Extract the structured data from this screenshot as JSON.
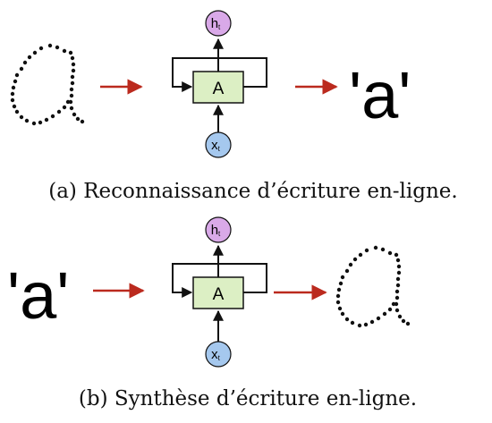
{
  "panels": [
    {
      "id": "a",
      "caption": "(a) Reconnaissance d’écriture en-ligne.",
      "cell_label": "A",
      "input_label": "x",
      "input_sub": "t",
      "output_label": "h",
      "output_sub": "t",
      "char_label": "'a'",
      "char_side": "output"
    },
    {
      "id": "b",
      "caption": "(b) Synthèse d’écriture en-ligne.",
      "cell_label": "A",
      "input_label": "x",
      "input_sub": "t",
      "output_label": "h",
      "output_sub": "t",
      "char_label": "'a'",
      "char_side": "input"
    }
  ],
  "colors": {
    "cell_fill": "#dcefc4",
    "input_node": "#a5c8ee",
    "output_node": "#d9a9e8",
    "flow_arrow": "#bb2a1e",
    "stroke": "#111111"
  }
}
